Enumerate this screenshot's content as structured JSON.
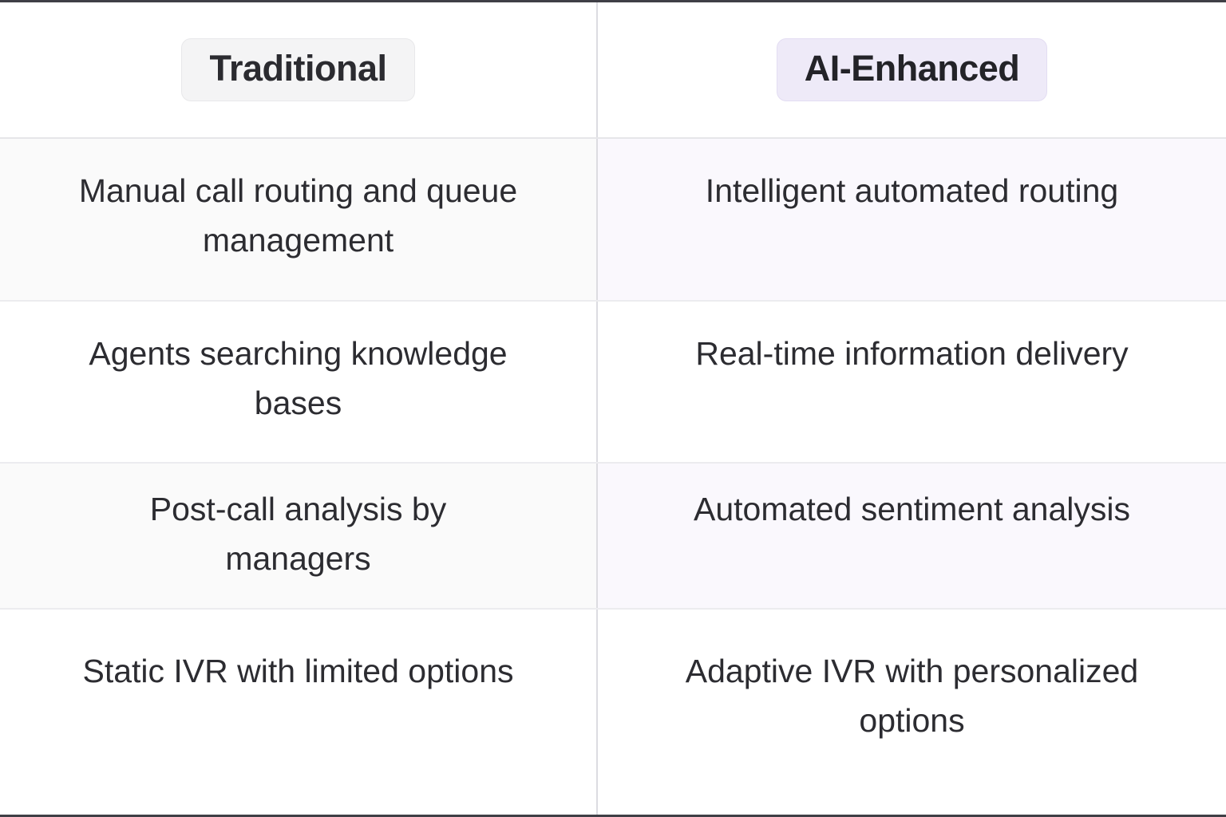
{
  "table": {
    "columns": [
      {
        "id": "traditional",
        "label": "Traditional",
        "pill_bg": "#f4f4f5",
        "pill_text": "#2b2b30"
      },
      {
        "id": "ai_enhanced",
        "label": "AI-Enhanced",
        "pill_bg": "#eeeaf8",
        "pill_text": "#232328"
      }
    ],
    "rows": [
      {
        "traditional": "Manual call routing and queue management",
        "ai_enhanced": "Intelligent automated routing",
        "striped": true
      },
      {
        "traditional": "Agents searching knowledge bases",
        "ai_enhanced": "Real-time information delivery",
        "striped": false
      },
      {
        "traditional": "Post-call analysis by managers",
        "ai_enhanced": "Automated sentiment analysis",
        "striped": true
      },
      {
        "traditional": "Static IVR with limited options",
        "ai_enhanced": "Adaptive IVR with personalized options",
        "striped": false
      }
    ]
  },
  "colors": {
    "border_outer": "#3f3f46",
    "border_inner": "#dcdce1",
    "row_divider": "#ececef",
    "stripe_left": "#fafafa",
    "stripe_right": "#faf8fd",
    "text": "#2c2c31"
  }
}
